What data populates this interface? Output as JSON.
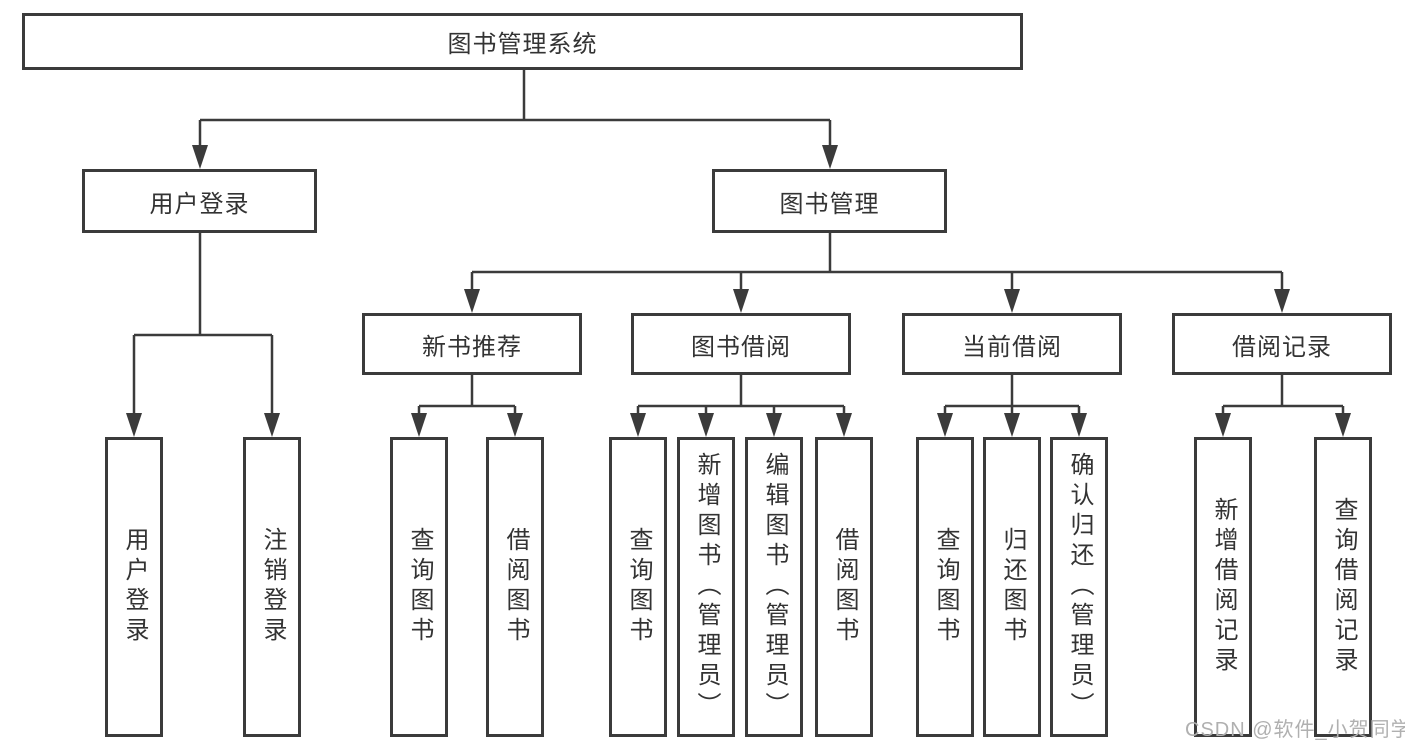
{
  "diagram": {
    "root": {
      "label": "图书管理系统"
    },
    "branches": [
      {
        "label": "用户登录",
        "children": [
          "用户登录",
          "注销登录"
        ]
      },
      {
        "label": "图书管理",
        "sections": [
          {
            "label": "新书推荐",
            "children": [
              "查询图书",
              "借阅图书"
            ]
          },
          {
            "label": "图书借阅",
            "children": [
              "查询图书",
              "新增图书（管理员）",
              "编辑图书（管理员）",
              "借阅图书"
            ]
          },
          {
            "label": "当前借阅",
            "children": [
              "查询图书",
              "归还图书",
              "确认归还（管理员）"
            ]
          },
          {
            "label": "借阅记录",
            "children": [
              "新增借阅记录",
              "查询借阅记录"
            ]
          }
        ]
      }
    ]
  },
  "colors": {
    "line": "#3b3b3b",
    "text": "#333333",
    "watermark": "#b0b0b0",
    "background": "#ffffff"
  },
  "watermark": "CSDN @软件_小贺同学"
}
